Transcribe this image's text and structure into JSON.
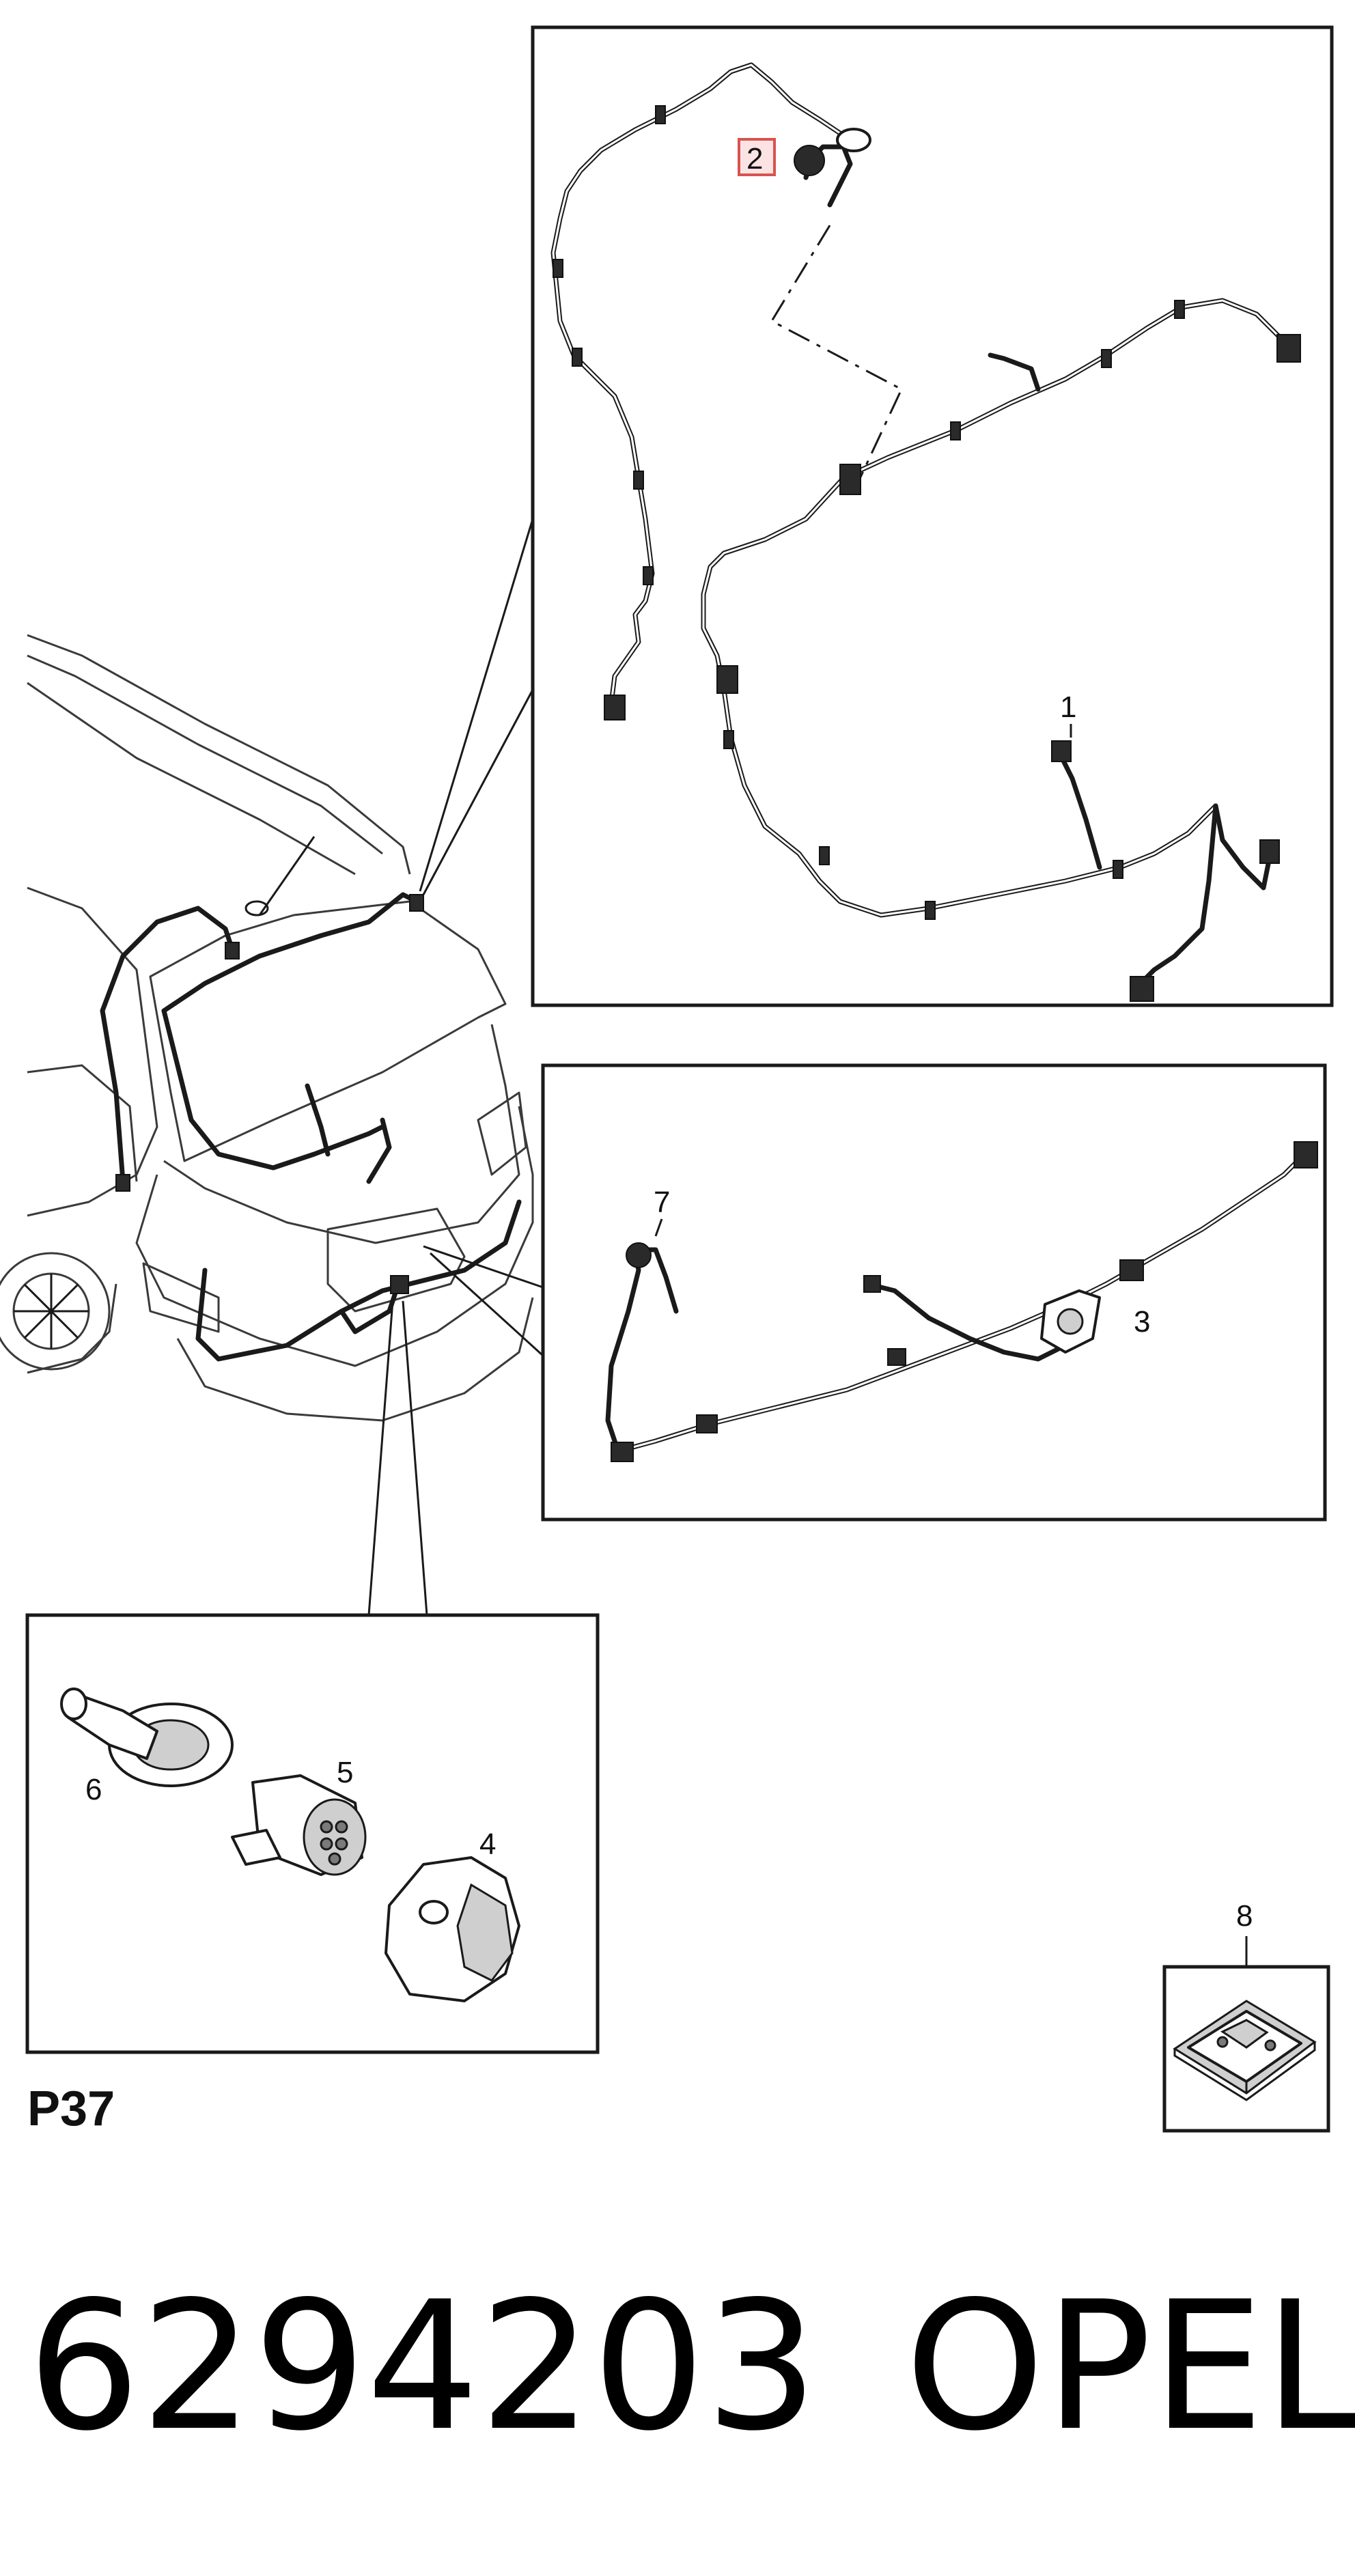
{
  "callouts": {
    "c1": "1",
    "c2": "2",
    "c3": "3",
    "c4": "4",
    "c5": "5",
    "c6": "6",
    "c7": "7",
    "c8": "8"
  },
  "highlighted_callout": "2",
  "section_label": "P37",
  "footer": {
    "part_number": "6294203",
    "brand": "OPEL"
  },
  "colors": {
    "line": "#1a1a1a",
    "highlight_fill": "#fbe3e3",
    "highlight_stroke": "#d9534f"
  }
}
